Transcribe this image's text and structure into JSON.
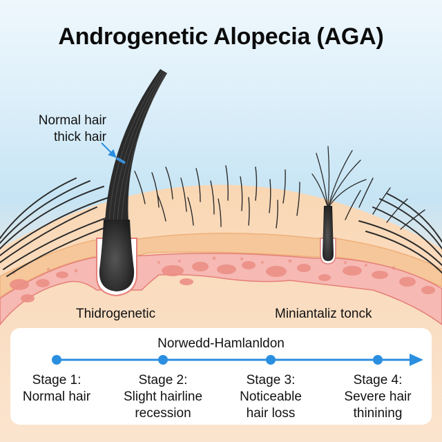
{
  "title": "Androgenetic Alopecia (AGA)",
  "callout": {
    "line1": "Normal hair",
    "line2": "thick hair",
    "icon": "arrow-pointer-icon",
    "color": "#2b8fe0"
  },
  "follicles": {
    "normal_label": "Thidrogenetic",
    "miniaturized_label": "Miniantaliz tonck"
  },
  "scale": {
    "title": "Norwedd-Hamlanldon",
    "line_color": "#2b8fe0",
    "stages": [
      {
        "heading": "Stage 1:",
        "line1": "Normal hair",
        "line2": ""
      },
      {
        "heading": "Stage 2:",
        "line1": "Slight hairline",
        "line2": "recession"
      },
      {
        "heading": "Stage 3:",
        "line1": "Noticeable",
        "line2": "hair loss"
      },
      {
        "heading": "Stage 4:",
        "line1": "Severe hair",
        "line2": "thinining"
      }
    ]
  },
  "colors": {
    "sky": "#c6e4f4",
    "scalp": "#fbdcbf",
    "epidermis": "#f6c79a",
    "dermis": "#f4b2ae",
    "fat_cells": "#ec8f86",
    "hair": "#2b2b2b",
    "card": "#ffffff"
  }
}
